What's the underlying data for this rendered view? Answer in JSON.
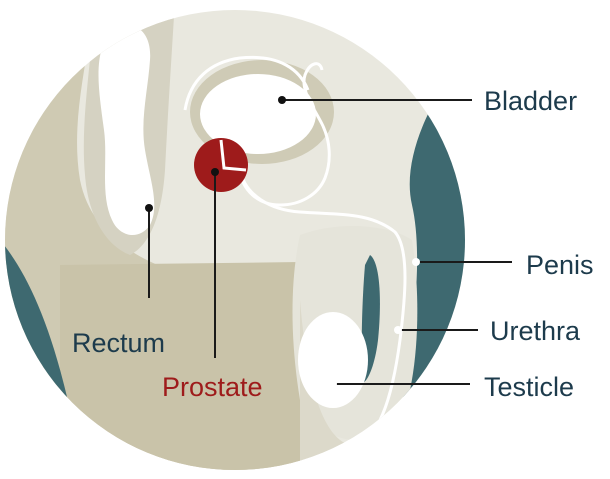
{
  "labels": {
    "bladder": "Bladder",
    "penis": "Penis",
    "urethra": "Urethra",
    "testicle": "Testicle",
    "rectum": "Rectum",
    "prostate": "Prostate"
  },
  "colors": {
    "background": "#ffffff",
    "tissue_light": "#e9e8df",
    "tissue_mid": "#d5d2c2",
    "tissue_tan": "#c9c3a9",
    "skin_teal": "#3e6970",
    "organ_white": "#ffffff",
    "prostate_red": "#9e1b1b",
    "label_text": "#1d3b4c",
    "label_accent": "#9e1b1b",
    "leader_line": "#1a1a1a"
  }
}
